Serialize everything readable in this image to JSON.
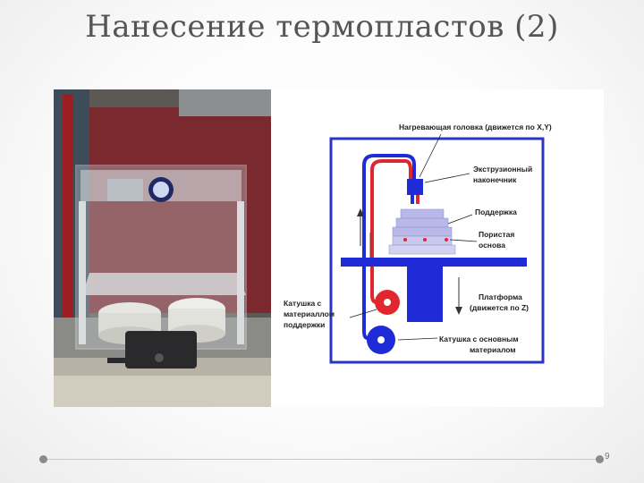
{
  "slide": {
    "title": "Нанесение термопластов (2)",
    "page_number": "9"
  },
  "diagram": {
    "labels": {
      "heating_head": "Нагревающая головка (движется по X,Y)",
      "extrusion_nozzle_1": "Экструзионный",
      "extrusion_nozzle_2": "наконечник",
      "support": "Поддержка",
      "porous_base_1": "Пористая",
      "porous_base_2": "основа",
      "platform_1": "Платформа",
      "platform_2": "(движется по Z)",
      "support_spool_1": "Катушка с",
      "support_spool_2": "материаллом",
      "support_spool_3": "поддержки",
      "main_spool_1": "Катушка с основным",
      "main_spool_2": "материалом"
    },
    "colors": {
      "frame": "#2a35c8",
      "support_filament": "#e0262e",
      "main_filament": "#1f2bd6",
      "part": "#b9b9e8"
    }
  }
}
